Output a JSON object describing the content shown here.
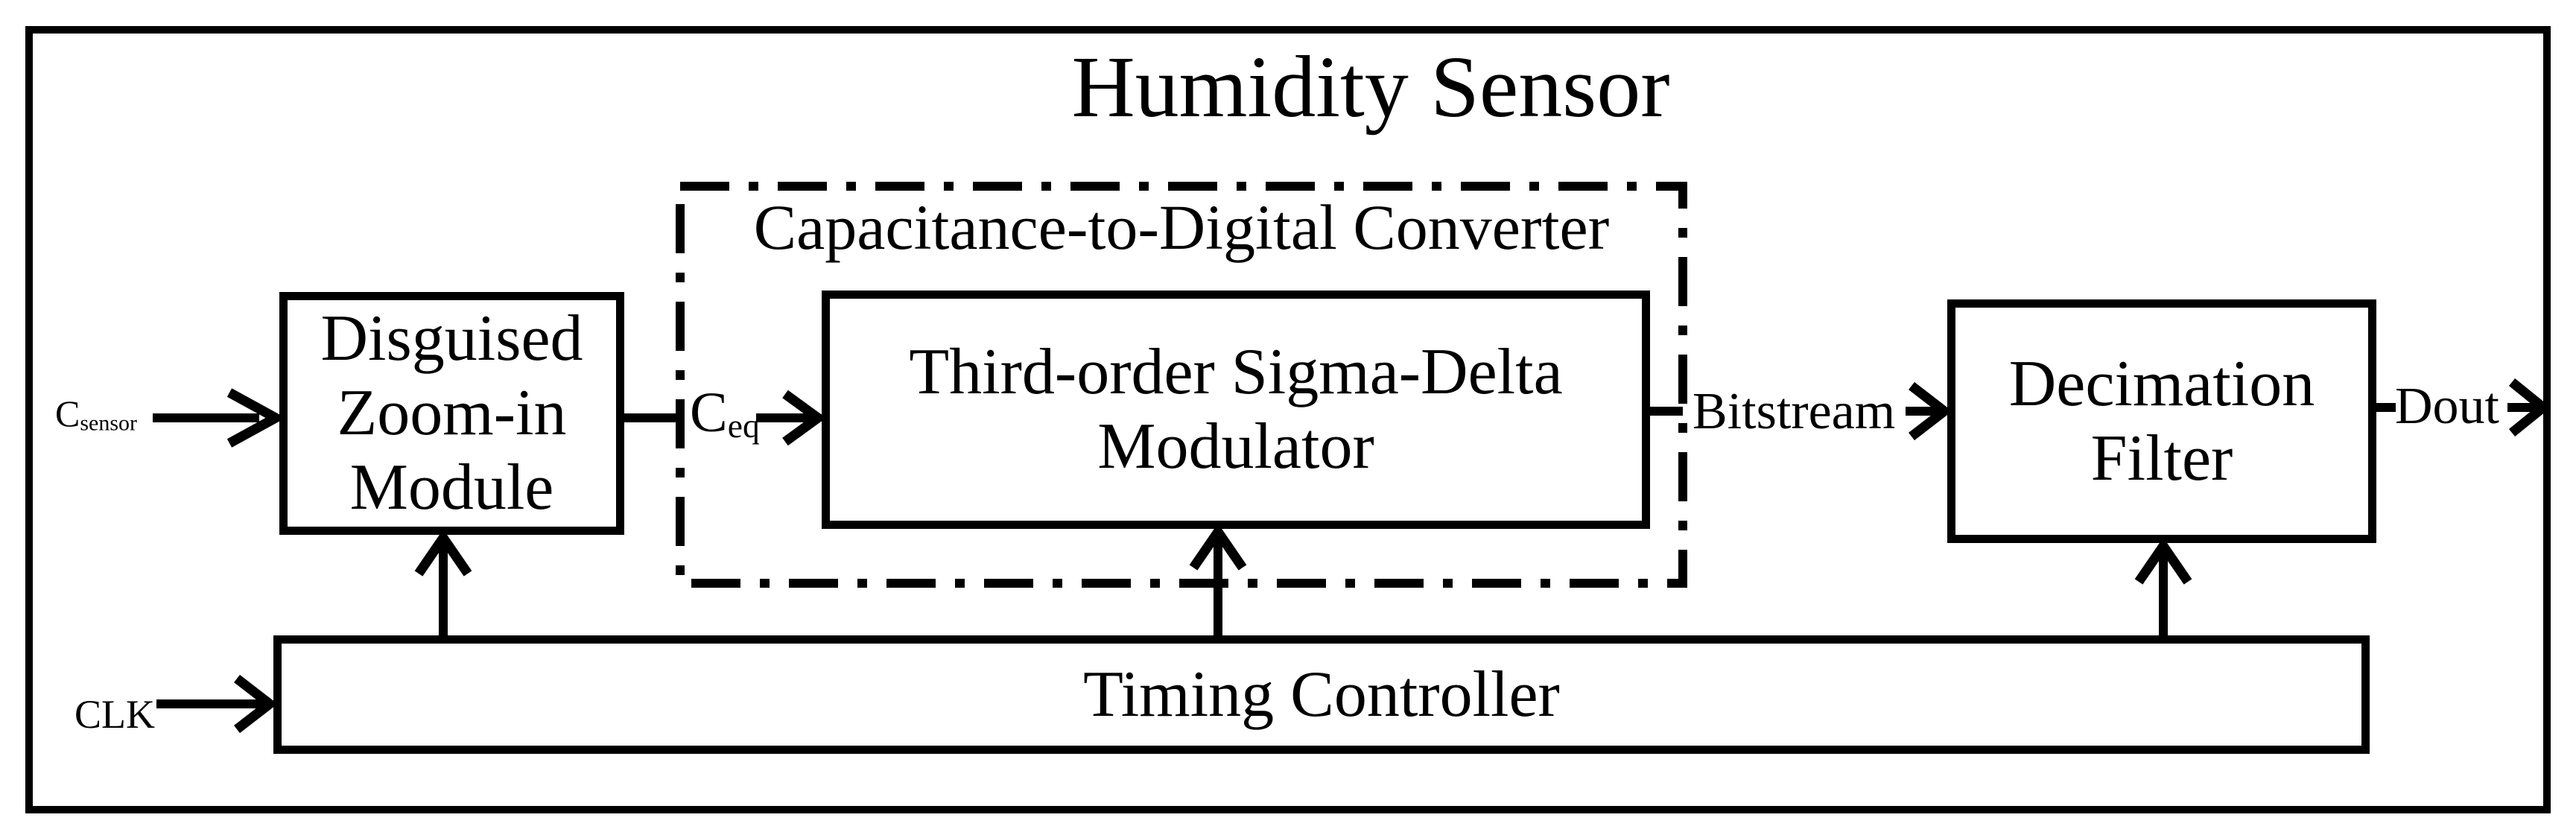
{
  "figure": {
    "title": "Humidity Sensor",
    "colors": {
      "ink": "#000000",
      "background": "#ffffff"
    },
    "blocks": {
      "disguised_zoom_in_module": {
        "lines": [
          "Disguised",
          "Zoom-in",
          "Module"
        ]
      },
      "capacitance_to_digital_converter": {
        "label": "Capacitance-to-Digital Converter"
      },
      "third_order_sigma_delta_modulator": {
        "lines": [
          "Third-order Sigma-Delta",
          "Modulator"
        ]
      },
      "decimation_filter": {
        "lines": [
          "Decimation",
          "Filter"
        ]
      },
      "timing_controller": {
        "label": "Timing Controller"
      }
    },
    "signals": {
      "c_sensor": {
        "base": "C",
        "subscript": "sensor"
      },
      "c_eq": {
        "base": "C",
        "subscript": "eq"
      },
      "clk": {
        "label": "CLK"
      },
      "bitstream": {
        "label": "Bitstream"
      },
      "dout": {
        "label": "Dout"
      }
    }
  }
}
